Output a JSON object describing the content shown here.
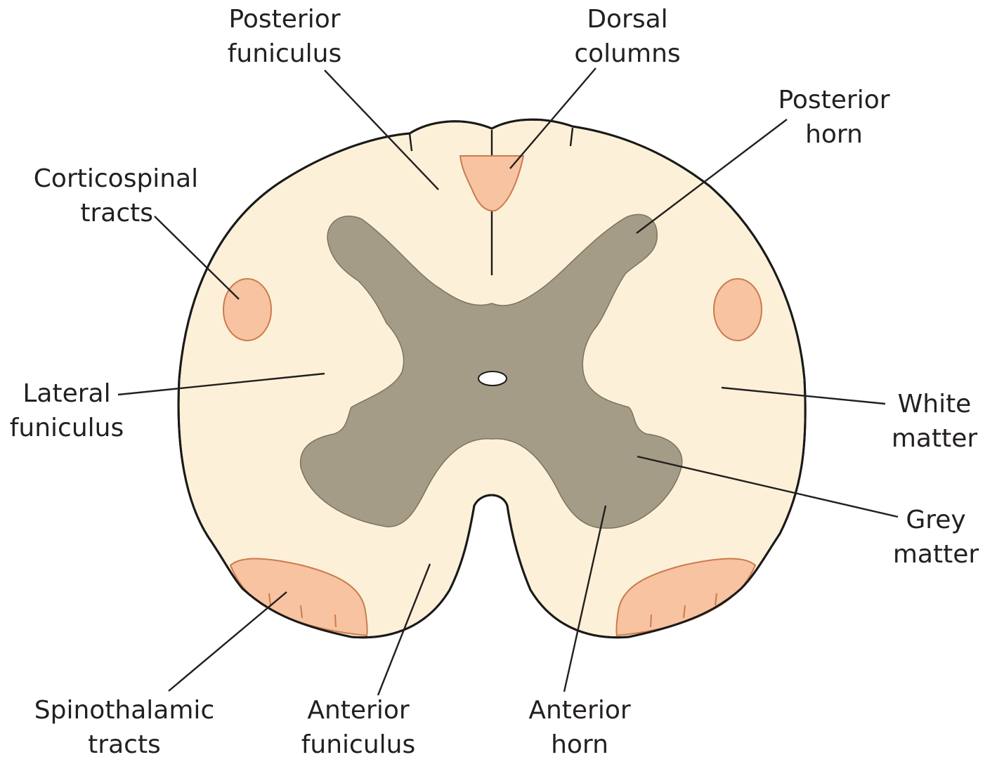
{
  "colors": {
    "white_matter": "#fcf1d8",
    "grey_matter": "#a59c88",
    "tract_fill": "#f7c3a0",
    "tract_stroke": "#cc7a4e",
    "outline": "#1a1a1a",
    "text": "#231f20"
  },
  "labels": {
    "posterior_funiculus": [
      "Posterior",
      "funiculus"
    ],
    "dorsal_columns": [
      "Dorsal",
      "columns"
    ],
    "posterior_horn": [
      "Posterior",
      "horn"
    ],
    "corticospinal_tracts": [
      "Corticospinal",
      "tracts"
    ],
    "lateral_funiculus": [
      "Lateral",
      "funiculus"
    ],
    "white_matter": [
      "White",
      "matter"
    ],
    "grey_matter": [
      "Grey",
      "matter"
    ],
    "spinothalamic_tracts": [
      "Spinothalamic",
      "tracts"
    ],
    "anterior_funiculus": [
      "Anterior",
      "funiculus"
    ],
    "anterior_horn": [
      "Anterior",
      "horn"
    ]
  }
}
